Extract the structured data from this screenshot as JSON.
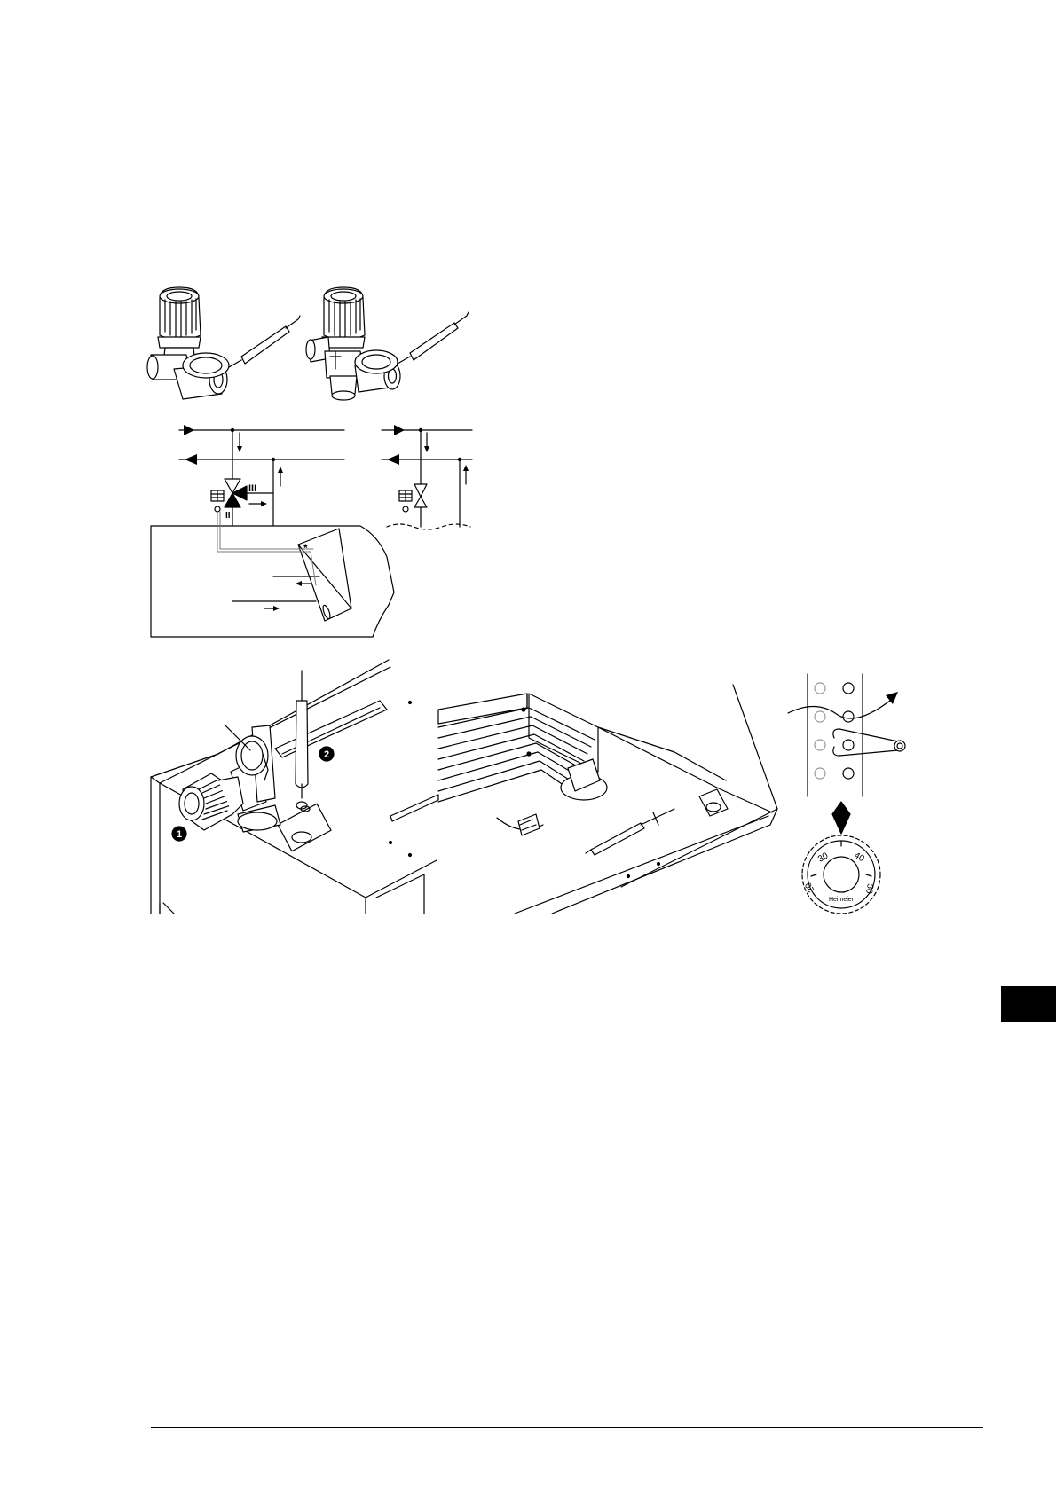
{
  "callouts": {
    "one": "1",
    "two": "2"
  },
  "schematic": {
    "circuit_label_top": "III",
    "circuit_label_side": "II"
  },
  "dial": {
    "brand": "Heimeier",
    "scale": [
      "20",
      "30",
      "40",
      "50"
    ]
  },
  "colors": {
    "ink": "#000000",
    "paper": "#ffffff",
    "tab": "#000000"
  }
}
